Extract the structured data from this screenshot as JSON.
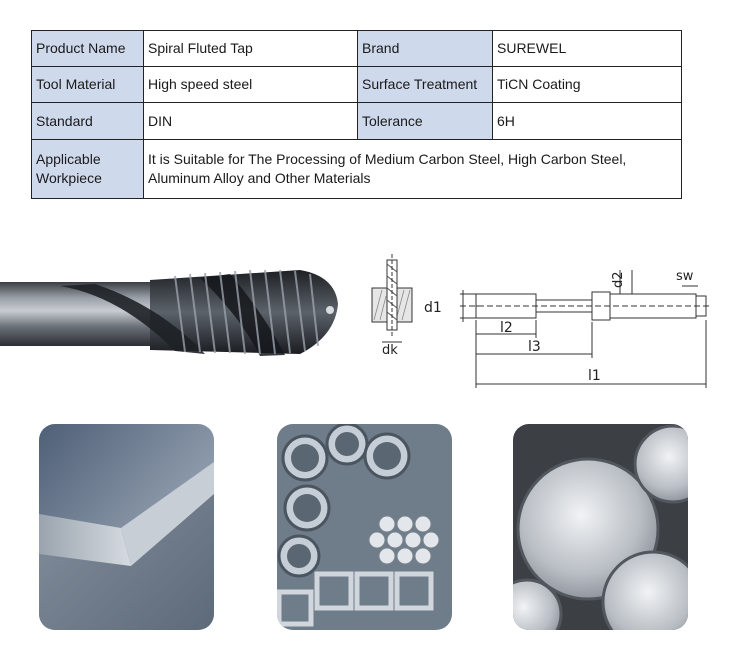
{
  "spec_table": {
    "rows": [
      {
        "label1": "Product Name",
        "value1": "Spiral Fluted Tap",
        "label2": "Brand",
        "value2": "SUREWEL"
      },
      {
        "label1": "Tool Material",
        "value1": "High speed steel",
        "label2": "Surface Treatment",
        "value2": "TiCN Coating"
      },
      {
        "label1": "Standard",
        "value1": "DIN",
        "label2": "Tolerance",
        "value2": "6H"
      }
    ],
    "workpiece": {
      "label_line1": "Applicable",
      "label_line2": "Workpiece",
      "value_line1": "It is Suitable for The Processing of Medium Carbon Steel, High Carbon Steel,",
      "value_line2": "Aluminum Alloy and Other Materials"
    }
  },
  "drawing": {
    "labels": {
      "d1": "d1",
      "d2": "d2",
      "sw": "sw",
      "dk": "dk",
      "l1": "l1",
      "l2": "l2",
      "l3": "l3"
    }
  }
}
